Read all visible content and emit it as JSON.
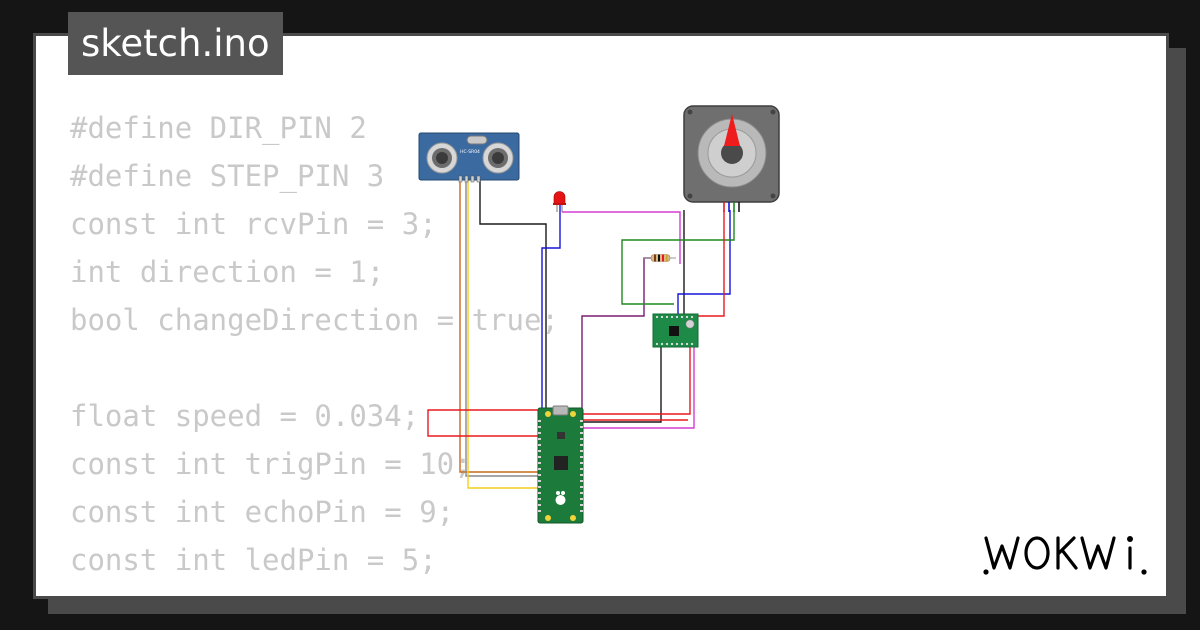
{
  "header": {
    "filename": "sketch.ino"
  },
  "code": {
    "lines": [
      "#define DIR_PIN 2",
      "#define STEP_PIN 3",
      "const int rcvPin = 3;",
      "int direction = 1;",
      "bool changeDirection = true;",
      "",
      "float speed = 0.034;",
      "const int trigPin = 10;",
      "const int echoPin = 9;",
      "const int ledPin = 5;"
    ]
  },
  "diagram": {
    "sensor_label": "HC-SR04",
    "parts": [
      "ultrasonic-sensor",
      "stepper-motor",
      "led",
      "resistor",
      "stepper-driver",
      "raspberry-pi-pico"
    ],
    "wire_colors": {
      "black": "#1a1a1a",
      "red": "#e8191f",
      "green": "#1f8a1f",
      "blue": "#1515d8",
      "magenta": "#d43dd4",
      "purple": "#7a1d6e",
      "yellow": "#f2cf1d",
      "orange": "#c76a1a"
    }
  },
  "brand": {
    "logo": "WOKWi",
    "accent": "#000000"
  }
}
